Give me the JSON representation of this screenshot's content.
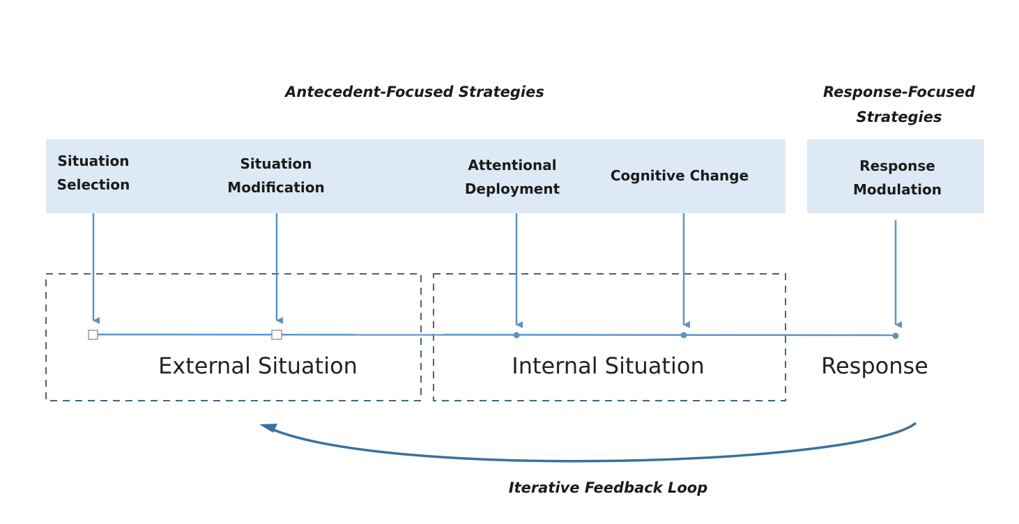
{
  "headers": {
    "antecedent": "Antecedent-Focused Strategies",
    "response_line1": "Response-Focused",
    "response_line2": "Strategies"
  },
  "strategies": {
    "situation_selection": {
      "line1": "Situation",
      "line2": "Selection"
    },
    "situation_modification": {
      "line1": "Situation",
      "line2": "Modification"
    },
    "attentional_deployment": {
      "line1": "Attentional",
      "line2": "Deployment"
    },
    "cognitive_change": {
      "line1": "Cognitive Change"
    },
    "response_modulation": {
      "line1": "Response",
      "line2": "Modulation"
    }
  },
  "stages": {
    "external": "External Situation",
    "internal": "Internal Situation",
    "response": "Response"
  },
  "feedback_loop": "Iterative Feedback Loop",
  "colors": {
    "band_fill": "#dde9f5",
    "line_blue": "#5b93c7",
    "dashed_border": "#3e6585",
    "feedback_arrow": "#3c6f9e"
  }
}
